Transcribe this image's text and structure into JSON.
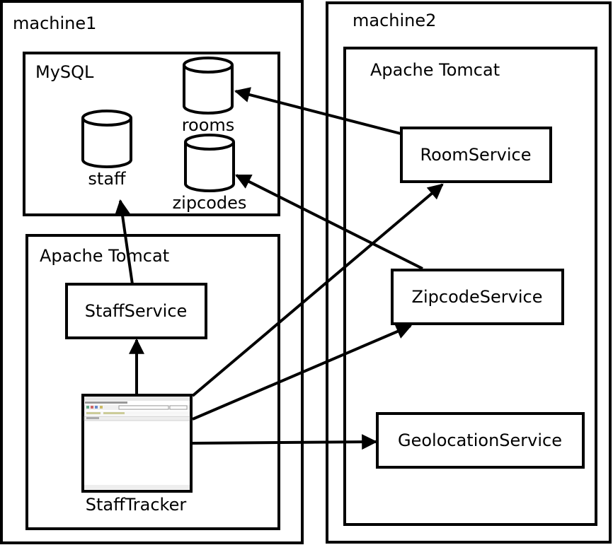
{
  "machines": {
    "machine1": {
      "label": "machine1"
    },
    "machine2": {
      "label": "machine2"
    }
  },
  "containers": {
    "mysql": {
      "label": "MySQL"
    },
    "tomcat1": {
      "label": "Apache Tomcat"
    },
    "tomcat2": {
      "label": "Apache Tomcat"
    }
  },
  "databases": {
    "staff": {
      "label": "staff"
    },
    "rooms": {
      "label": "rooms"
    },
    "zipcodes": {
      "label": "zipcodes"
    }
  },
  "services": {
    "staff_service": {
      "label": "StaffService"
    },
    "room_service": {
      "label": "RoomService"
    },
    "zipcode_service": {
      "label": "ZipcodeService"
    },
    "geolocation_service": {
      "label": "GeolocationService"
    }
  },
  "client": {
    "label": "StaffTracker",
    "icon": "browser-window-icon"
  },
  "edges": [
    {
      "from": "StaffService",
      "to": "staff"
    },
    {
      "from": "StaffTracker",
      "to": "StaffService"
    },
    {
      "from": "RoomService",
      "to": "rooms"
    },
    {
      "from": "ZipcodeService",
      "to": "zipcodes"
    },
    {
      "from": "StaffTracker",
      "to": "RoomService"
    },
    {
      "from": "StaffTracker",
      "to": "ZipcodeService"
    },
    {
      "from": "StaffTracker",
      "to": "GeolocationService"
    }
  ]
}
